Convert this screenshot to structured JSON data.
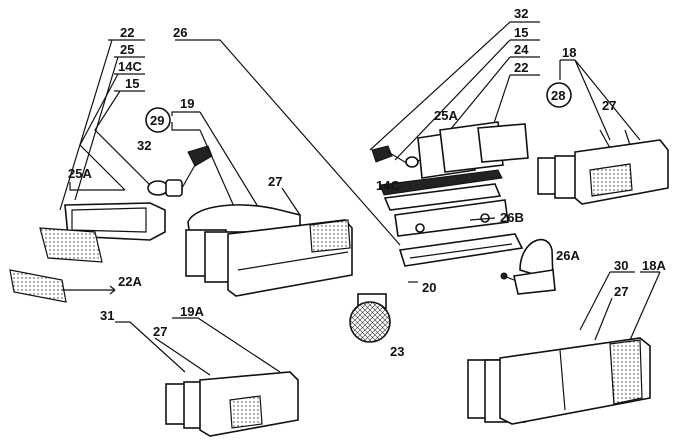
{
  "callouts": {
    "c22_left": "22",
    "c25_left": "25",
    "c14C_left": "14C",
    "c15_left": "15",
    "c26": "26",
    "c32_top": "32",
    "c15_top": "15",
    "c24": "24",
    "c22_top": "22",
    "c18": "18",
    "c29": "29",
    "c19": "19",
    "c32_left": "32",
    "c25A_left": "25A",
    "c27_mid": "27",
    "c25A_right": "25A",
    "c27_right": "27",
    "c28": "28",
    "c14C_right": "14C",
    "c26B": "26B",
    "c26A": "26A",
    "c22A": "22A",
    "c20": "20",
    "c23": "23",
    "c31": "31",
    "c19A": "19A",
    "c27_bottom_left": "27",
    "c30": "30",
    "c27_bottom_right": "27",
    "c18A": "18A"
  },
  "colors": {
    "ink": "#111111",
    "paper": "#ffffff"
  }
}
